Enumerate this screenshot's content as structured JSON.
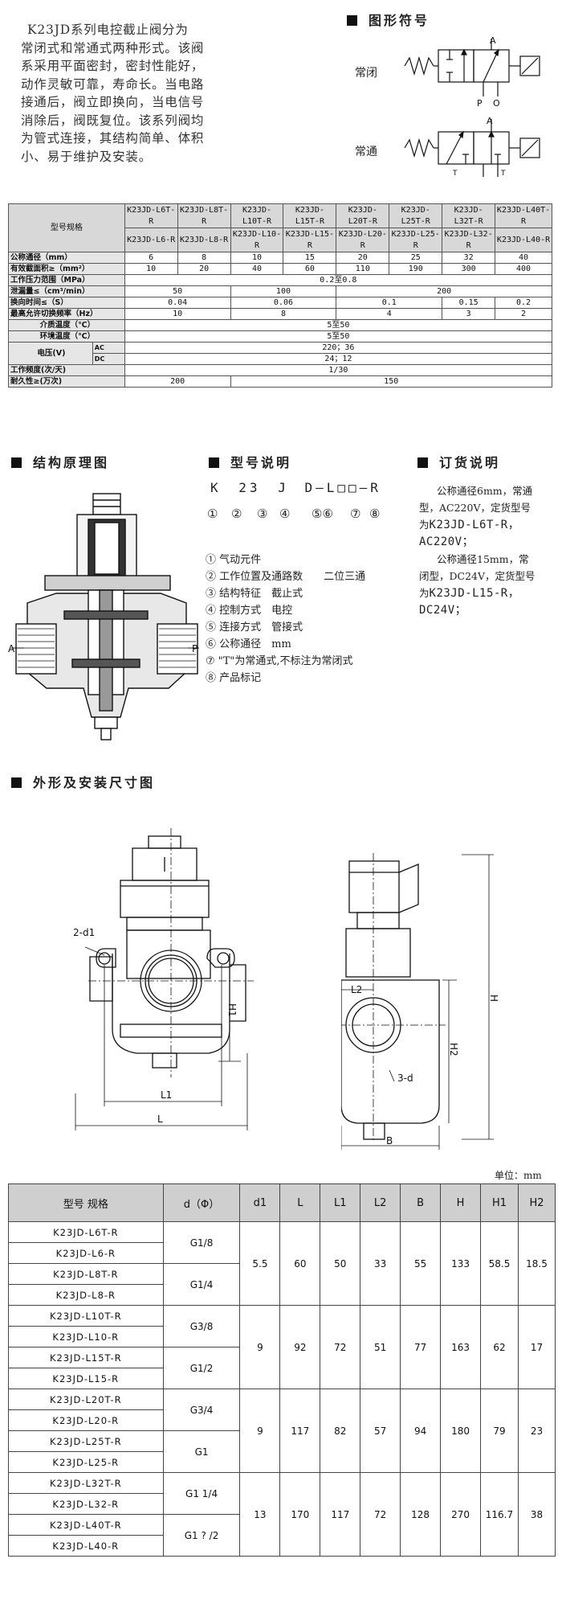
{
  "intro": {
    "lines": [
      "K23JD系列电控截止阀分为",
      "常闭式和常通式两种形式。该阀",
      "系采用平面密封，密封性能好，",
      "动作灵敏可靠，寿命长。当电路",
      "接通后，阀立即换向，当电信号",
      "消除后，阀既复位。该系列阀均",
      "为管式连接，其结构简单、体积",
      "小、易于维护及安装。"
    ]
  },
  "symbols": {
    "title": "图形符号",
    "normally_closed": "常闭",
    "normally_open": "常通",
    "port_a": "A",
    "port_p": "P",
    "port_o": "O",
    "t_mark": "T"
  },
  "spec_table": {
    "header_label": "型号规格",
    "models_t": [
      "K23JD-L6T-R",
      "K23JD-L8T-R",
      "K23JD-L10T-R",
      "K23JD-L15T-R",
      "K23JD-L20T-R",
      "K23JD-L25T-R",
      "K23JD-L32T-R",
      "K23JD-L40T-R"
    ],
    "models_r": [
      "K23JD-L6-R",
      "K23JD-L8-R",
      "K23JD-L10-R",
      "K23JD-L15-R",
      "K23JD-L20-R",
      "K23JD-L25-R",
      "K23JD-L32-R",
      "K23JD-L40-R"
    ],
    "nominal_label": "公称通径（mm）",
    "nominal": [
      "6",
      "8",
      "10",
      "15",
      "20",
      "25",
      "32",
      "40"
    ],
    "area_label": "有效截面积≥（mm²）",
    "area": [
      "10",
      "20",
      "40",
      "60",
      "110",
      "190",
      "300",
      "400"
    ],
    "pressure_label": "工作压力范围（MPa）",
    "pressure": "0.2至0.8",
    "leak_label": "泄漏量≤（cm³/min）",
    "leak": [
      "50",
      "100",
      "200"
    ],
    "switch_label": "换向时间≤（S）",
    "switch": [
      "0.04",
      "0.06",
      "0.1",
      "0.15",
      "0.2"
    ],
    "freq_label": "最高允许切换频率（Hz）",
    "freq": [
      "10",
      "8",
      "4",
      "3",
      "2"
    ],
    "medium_label": "介质温度（℃）",
    "medium": "5至50",
    "env_label": "环境温度（℃）",
    "env": "5至50",
    "voltage_label": "电压(V)",
    "ac_label": "AC",
    "ac": "220；36",
    "dc_label": "DC",
    "dc": "24；12",
    "workfreq_label": "工作频度(次/天)",
    "workfreq": "1/30",
    "dur_label": "耐久性≥(万次)",
    "dur": [
      "200",
      "150"
    ]
  },
  "structure": {
    "title": "结构原理图",
    "label_a": "A",
    "label_p": "P"
  },
  "model": {
    "title": "型号说明",
    "code_parts": [
      "K",
      "23",
      "J",
      "D",
      "—L",
      "□",
      "□",
      "—R"
    ],
    "nums": [
      "①",
      "②",
      "③",
      "④",
      "⑤⑥",
      "⑦",
      "⑧"
    ],
    "desc": [
      "① 气动元件",
      "② 工作位置及通路数　　二位三通",
      "③ 结构特征　截止式",
      "④ 控制方式　电控",
      "⑤ 连接方式　管接式",
      "⑥ 公称通径　mm",
      "⑦ \"T\"为常通式,不标注为常闭式",
      "⑧ 产品标记"
    ]
  },
  "order": {
    "title": "订货说明",
    "p1": "公称通径6mm，常通",
    "p2": "型，AC220V，定货型号",
    "p3_pre": "为",
    "p3_code": "K23JD-L6T-R，",
    "p4_code": "AC220V；",
    "p5": "公称通径15mm，常",
    "p6": "闭型，DC24V，定货型号",
    "p7_pre": "为",
    "p7_code": "K23JD-L15-R，",
    "p8_code": "DC24V；"
  },
  "outline": {
    "title": "外形及安装尺寸图",
    "lbl_2d1": "2-d1",
    "lbl_h1": "H1",
    "lbl_l1": "L1",
    "lbl_l": "L",
    "lbl_l2": "L2",
    "lbl_3d": "3-d",
    "lbl_b": "B",
    "lbl_h": "H",
    "lbl_h2": "H2"
  },
  "dim_table": {
    "unit": "单位：mm",
    "headers": [
      "型号 规格",
      "d（Φ）",
      "d1",
      "L",
      "L1",
      "L2",
      "B",
      "H",
      "H1",
      "H2"
    ],
    "models": [
      "K23JD-L6T-R",
      "K23JD-L6-R",
      "K23JD-L8T-R",
      "K23JD-L8-R",
      "K23JD-L10T-R",
      "K23JD-L10-R",
      "K23JD-L15T-R",
      "K23JD-L15-R",
      "K23JD-L20T-R",
      "K23JD-L20-R",
      "K23JD-L25T-R",
      "K23JD-L25-R",
      "K23JD-L32T-R",
      "K23JD-L32-R",
      "K23JD-L40T-R",
      "K23JD-L40-R"
    ],
    "threads": [
      "G1/8",
      "G1/4",
      "G3/8",
      "G1/2",
      "G3/4",
      "G1",
      "G1 1/4",
      "G1 ? /2"
    ],
    "groups": [
      {
        "d1": "5.5",
        "L": "60",
        "L1": "50",
        "L2": "33",
        "B": "55",
        "H": "133",
        "H1": "58.5",
        "H2": "18.5"
      },
      {
        "d1": "9",
        "L": "92",
        "L1": "72",
        "L2": "51",
        "B": "77",
        "H": "163",
        "H1": "62",
        "H2": "17"
      },
      {
        "d1": "9",
        "L": "117",
        "L1": "82",
        "L2": "57",
        "B": "94",
        "H": "180",
        "H1": "79",
        "H2": "23"
      },
      {
        "d1": "13",
        "L": "170",
        "L1": "117",
        "L2": "72",
        "B": "128",
        "H": "270",
        "H1": "116.7",
        "H2": "38"
      }
    ]
  }
}
